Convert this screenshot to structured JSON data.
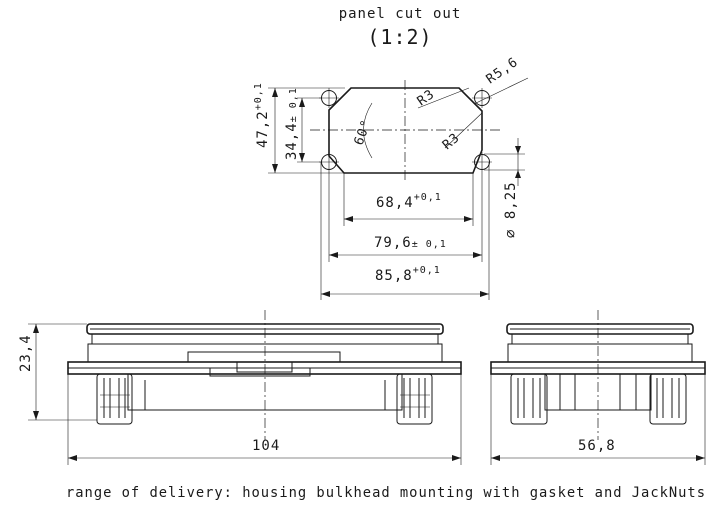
{
  "top_view": {
    "title": "panel cut out",
    "scale": "(1:2)",
    "dim_height_outer": "47,2",
    "dim_height_outer_tol": "+0,1",
    "dim_height_inner": "34,4",
    "dim_height_inner_tol": "± 0,1",
    "dim_angle": "60°",
    "dim_r3_upper": "R3",
    "dim_r3_lower": "R3",
    "dim_r56": "R5,6",
    "dim_width_inner": "68,4",
    "dim_width_inner_tol": "+0,1",
    "dim_hole_pitch": "79,6",
    "dim_hole_pitch_tol": "± 0,1",
    "dim_width_outer": "85,8",
    "dim_width_outer_tol": "+0,1",
    "dim_hole_diameter": "∅ 8,25"
  },
  "front_view": {
    "dim_height": "23,4",
    "dim_length": "104"
  },
  "side_view": {
    "dim_width": "56,8"
  },
  "footer": {
    "caption": "range of delivery: housing bulkhead mounting with gasket and JackNuts"
  }
}
